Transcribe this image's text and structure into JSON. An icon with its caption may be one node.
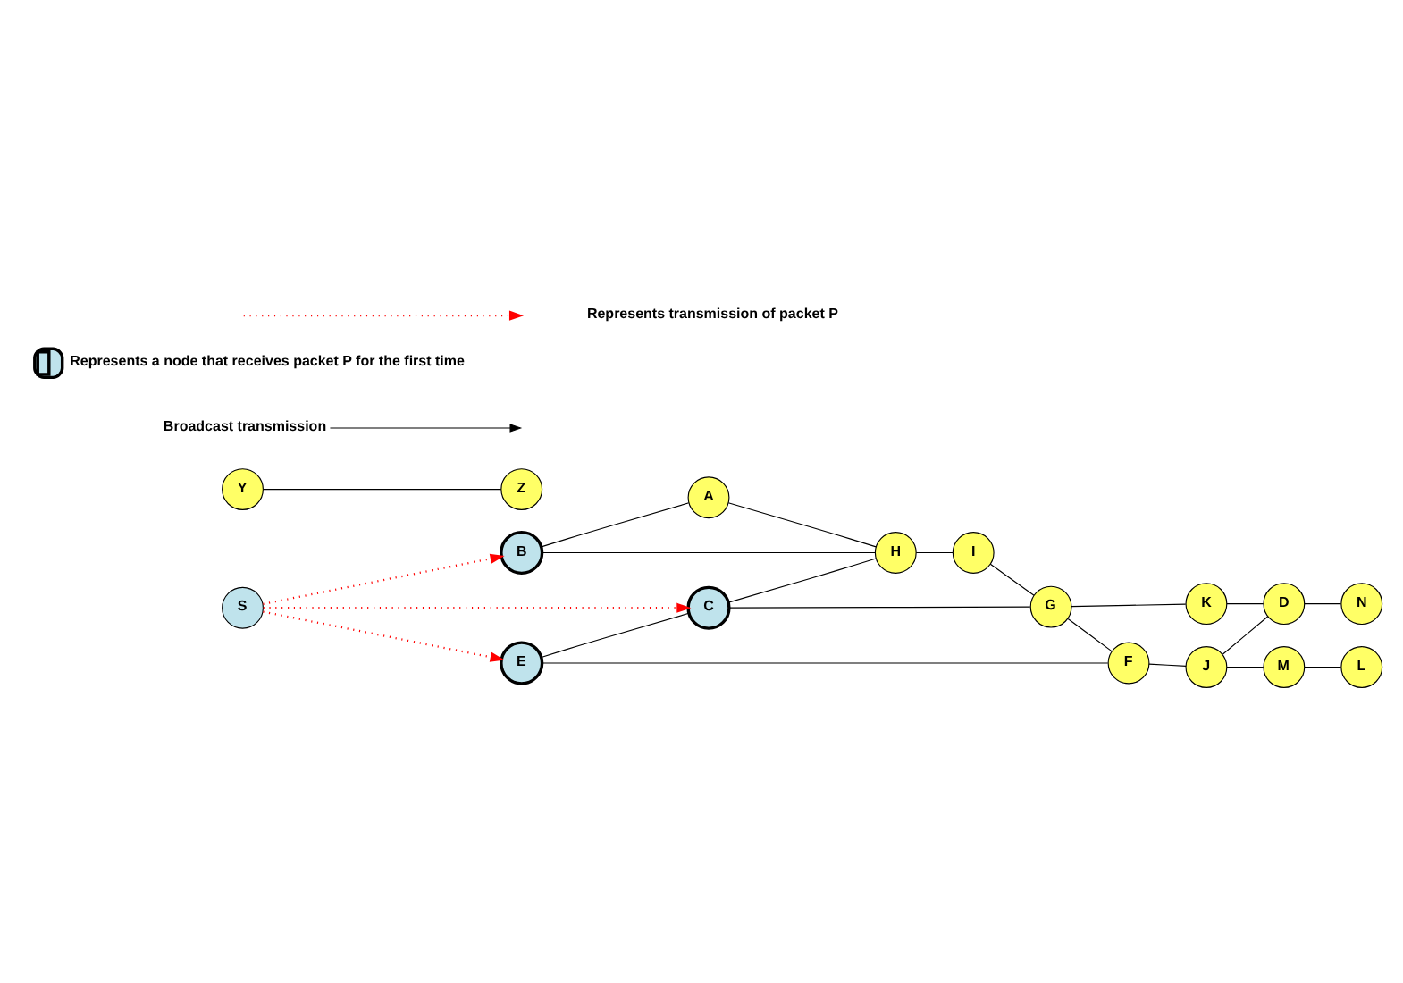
{
  "diagram": {
    "nodes": [
      {
        "text": [
          "S"
        ]
      },
      {
        "text": [
          "E"
        ]
      },
      {
        "text": [
          "B"
        ]
      },
      {
        "text": [
          "C"
        ]
      },
      {
        "text": [
          "A"
        ]
      },
      {
        "text": [
          "H"
        ]
      },
      {
        "text": [
          "G"
        ]
      },
      {
        "text": [
          "F"
        ]
      },
      {
        "text": [
          "J"
        ]
      },
      {
        "text": [
          "M"
        ]
      },
      {
        "text": [
          "L"
        ]
      },
      {
        "text": [
          "I"
        ]
      },
      {
        "text": [
          "K"
        ]
      },
      {
        "text": [
          "D"
        ]
      },
      {
        "text": [
          "N"
        ]
      },
      {
        "text": [
          "Y"
        ]
      },
      {
        "text": [
          "Z"
        ]
      },
      {
        "text": [
          "Broadcast transmission"
        ]
      }
    ],
    "edges": [
      {
        "from": 0,
        "to": 1,
        "arrow": "to",
        "style": "dashed",
        "color": "#ff0000"
      },
      {
        "from": 0,
        "to": 2,
        "arrow": "to",
        "style": "dashed",
        "color": "#ff0000"
      },
      {
        "from": 0,
        "to": 3,
        "arrow": "to",
        "style": "dashed",
        "color": "#ff0000"
      },
      {
        "from": 1,
        "to": 3,
        "arrow": "none"
      },
      {
        "from": 1,
        "to": 7,
        "arrow": "none"
      },
      {
        "from": 2,
        "to": 4,
        "arrow": "none"
      },
      {
        "from": 2,
        "to": 5,
        "arrow": "none"
      },
      {
        "from": 4,
        "to": 5,
        "arrow": "none"
      },
      {
        "from": 3,
        "to": 5,
        "arrow": "none"
      },
      {
        "from": 3,
        "to": 6,
        "arrow": "none"
      },
      {
        "from": 5,
        "to": 11,
        "arrow": "none"
      },
      {
        "from": 11,
        "to": 6,
        "arrow": "none"
      },
      {
        "from": 6,
        "to": 7,
        "arrow": "none"
      },
      {
        "from": 6,
        "to": 12,
        "arrow": "none"
      },
      {
        "from": 7,
        "to": 8,
        "arrow": "none"
      },
      {
        "from": 8,
        "to": 9,
        "arrow": "none"
      },
      {
        "from": 9,
        "to": 10,
        "arrow": "none"
      },
      {
        "from": 8,
        "to": 13,
        "arrow": "none"
      },
      {
        "from": 12,
        "to": 13,
        "arrow": "none"
      },
      {
        "from": 13,
        "to": 14,
        "arrow": "none"
      },
      {
        "from": 15,
        "to": 16,
        "arrow": "none"
      },
      {
        "from": 17,
        "to": null,
        "arrow": "to"
      }
    ],
    "legend": [
      {
        "text": "Represents a node that receives packet P for the first time"
      },
      {
        "text": "Represents transmission of packet P"
      }
    ]
  }
}
